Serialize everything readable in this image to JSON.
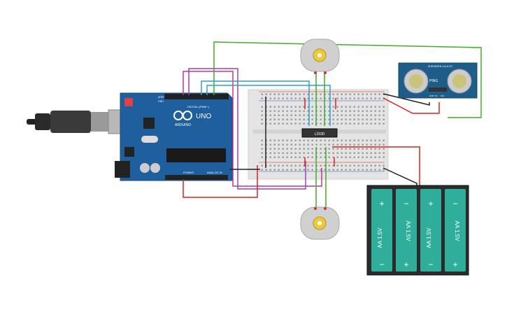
{
  "arduino": {
    "brand": "ARDUINO",
    "model": "UNO",
    "digital_label": "DIGITAL (PWM~)",
    "power_label": "POWER",
    "analog_label": "ANALOG IN",
    "aref_label": "AREF",
    "gnd_label": "GND"
  },
  "driver_ic": {
    "label": "L293D"
  },
  "sensor": {
    "model": "PING",
    "top_text": "SHENZHEN LALA CO",
    "pins": [
      "GND",
      "5V",
      "SIG"
    ]
  },
  "battery_pack": {
    "cells": [
      "AA 1.5V",
      "AA 1.5V",
      "AA 1.5V",
      "AA 1.5V"
    ],
    "plus": "+",
    "minus": "−"
  },
  "colors": {
    "wire_red": "#e0201b",
    "wire_black": "#222222",
    "wire_green": "#3fae2a",
    "wire_blue": "#2aa0c8",
    "wire_magenta": "#c8339a",
    "wire_purple": "#a040b0",
    "arduino_blue": "#1f5f9e",
    "battery_teal": "#2fae9c",
    "sensor_blue": "#1e5d8a"
  }
}
